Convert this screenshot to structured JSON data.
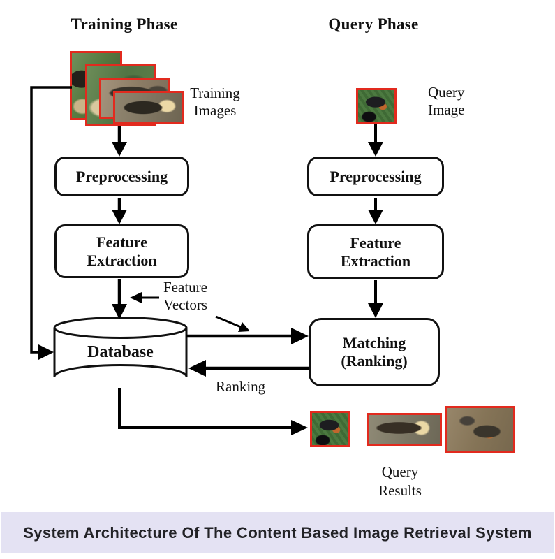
{
  "training_phase": {
    "title": "Training Phase",
    "images_label": [
      "Training",
      "Images"
    ],
    "preprocessing": "Preprocessing",
    "feature_extraction": [
      "Feature",
      "Extraction"
    ]
  },
  "query_phase": {
    "title": "Query Phase",
    "image_label": [
      "Query",
      "Image"
    ],
    "preprocessing": "Preprocessing",
    "feature_extraction": [
      "Feature",
      "Extraction"
    ],
    "matching": [
      "Matching",
      "(Ranking)"
    ]
  },
  "database": {
    "label": "Database"
  },
  "annotations": {
    "feature_vectors": [
      "Feature",
      "Vectors"
    ],
    "ranking": "Ranking",
    "query_results": [
      "Query",
      "Results"
    ]
  },
  "caption": {
    "text": "System Architecture Of The Content Based Image Retrieval System",
    "background": "#e4e2f3",
    "text_color": "#222226"
  },
  "colors": {
    "image_border_red": "#e22a1e",
    "line_color": "#000000",
    "diagram_background": "#ffffff"
  }
}
